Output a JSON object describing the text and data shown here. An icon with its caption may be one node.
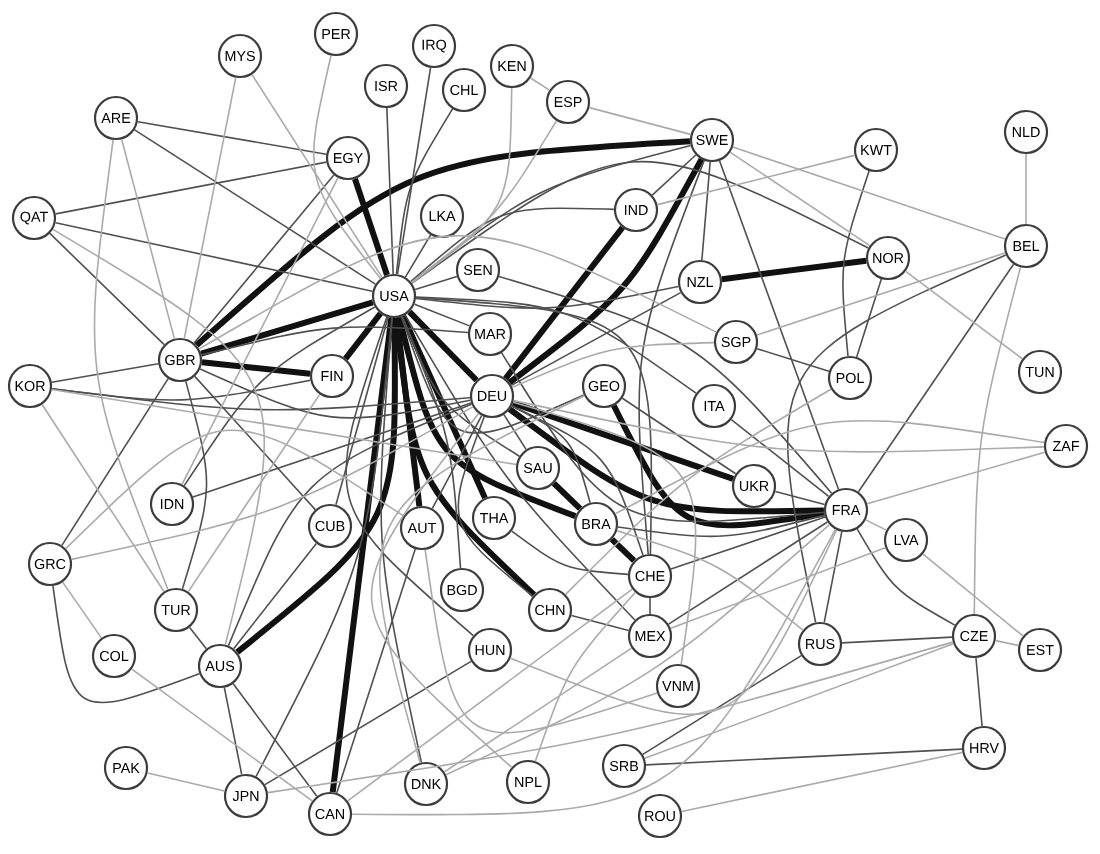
{
  "diagram": {
    "nodes": [
      {
        "text": [
          "PER"
        ]
      },
      {
        "text": [
          "IRQ"
        ]
      },
      {
        "text": [
          "MYS"
        ]
      },
      {
        "text": [
          "KEN"
        ]
      },
      {
        "text": [
          "ISR"
        ]
      },
      {
        "text": [
          "CHL"
        ]
      },
      {
        "text": [
          "ESP"
        ]
      },
      {
        "text": [
          "ARE"
        ]
      },
      {
        "text": [
          "NLD"
        ]
      },
      {
        "text": [
          "SWE"
        ]
      },
      {
        "text": [
          "KWT"
        ]
      },
      {
        "text": [
          "EGY"
        ]
      },
      {
        "text": [
          "IND"
        ]
      },
      {
        "text": [
          "LKA"
        ]
      },
      {
        "text": [
          "QAT"
        ]
      },
      {
        "text": [
          "BEL"
        ]
      },
      {
        "text": [
          "NOR"
        ]
      },
      {
        "text": [
          "SEN"
        ]
      },
      {
        "text": [
          "NZL"
        ]
      },
      {
        "text": [
          "USA"
        ]
      },
      {
        "text": [
          "MAR"
        ]
      },
      {
        "text": [
          "SGP"
        ]
      },
      {
        "text": [
          "GBR"
        ]
      },
      {
        "text": [
          "TUN"
        ]
      },
      {
        "text": [
          "FIN"
        ]
      },
      {
        "text": [
          "POL"
        ]
      },
      {
        "text": [
          "GEO"
        ]
      },
      {
        "text": [
          "KOR"
        ]
      },
      {
        "text": [
          "DEU"
        ]
      },
      {
        "text": [
          "ITA"
        ]
      },
      {
        "text": [
          "ZAF"
        ]
      },
      {
        "text": [
          "SAU"
        ]
      },
      {
        "text": [
          "UKR"
        ]
      },
      {
        "text": [
          "IDN"
        ]
      },
      {
        "text": [
          "FRA"
        ]
      },
      {
        "text": [
          "THA"
        ]
      },
      {
        "text": [
          "BRA"
        ]
      },
      {
        "text": [
          "CUB"
        ]
      },
      {
        "text": [
          "AUT"
        ]
      },
      {
        "text": [
          "LVA"
        ]
      },
      {
        "text": [
          "GRC"
        ]
      },
      {
        "text": [
          "CHE"
        ]
      },
      {
        "text": [
          "BGD"
        ]
      },
      {
        "text": [
          "CHN"
        ]
      },
      {
        "text": [
          "TUR"
        ]
      },
      {
        "text": [
          "MEX"
        ]
      },
      {
        "text": [
          "RUS"
        ]
      },
      {
        "text": [
          "CZE"
        ]
      },
      {
        "text": [
          "EST"
        ]
      },
      {
        "text": [
          "HUN"
        ]
      },
      {
        "text": [
          "COL"
        ]
      },
      {
        "text": [
          "AUS"
        ]
      },
      {
        "text": [
          "VNM"
        ]
      },
      {
        "text": [
          "SRB"
        ]
      },
      {
        "text": [
          "HRV"
        ]
      },
      {
        "text": [
          "PAK"
        ]
      },
      {
        "text": [
          "NPL"
        ]
      },
      {
        "text": [
          "DNK"
        ]
      },
      {
        "text": [
          "JPN"
        ]
      },
      {
        "text": [
          "CAN"
        ]
      },
      {
        "text": [
          "ROU"
        ]
      }
    ],
    "edges": [
      {
        "from": 19,
        "to": 22,
        "arrow": "none",
        "style": "thick"
      },
      {
        "from": 19,
        "to": 59,
        "arrow": "none",
        "style": "thick"
      },
      {
        "from": 19,
        "to": 28,
        "arrow": "none",
        "style": "thick"
      },
      {
        "from": 19,
        "to": 51,
        "arrow": "none",
        "style": "thick"
      },
      {
        "from": 19,
        "to": 24,
        "arrow": "none",
        "style": "thick"
      },
      {
        "from": 19,
        "to": 11,
        "arrow": "none",
        "style": "thick"
      },
      {
        "from": 19,
        "to": 38,
        "arrow": "none",
        "style": "thick"
      },
      {
        "from": 19,
        "to": 35,
        "arrow": "none",
        "style": "thick"
      },
      {
        "from": 19,
        "to": 36,
        "arrow": "none",
        "style": "thick"
      },
      {
        "from": 28,
        "to": 34,
        "arrow": "none",
        "style": "thick"
      },
      {
        "from": 9,
        "to": 22,
        "arrow": "none",
        "style": "thick"
      },
      {
        "from": 9,
        "to": 28,
        "arrow": "none",
        "style": "thick"
      },
      {
        "from": 18,
        "to": 16,
        "arrow": "none",
        "style": "thick"
      },
      {
        "from": 36,
        "to": 41,
        "arrow": "none",
        "style": "thick"
      },
      {
        "from": 31,
        "to": 36,
        "arrow": "none",
        "style": "thick"
      },
      {
        "from": 22,
        "to": 24,
        "arrow": "none",
        "style": "thick"
      },
      {
        "from": 28,
        "to": 32,
        "arrow": "none",
        "style": "thick"
      },
      {
        "from": 19,
        "to": 43,
        "arrow": "none",
        "style": "thick"
      },
      {
        "from": 26,
        "to": 34,
        "arrow": "none",
        "style": "thick"
      },
      {
        "from": 12,
        "to": 28,
        "arrow": "none",
        "style": "thick"
      },
      {
        "from": 1,
        "to": 19,
        "arrow": "none"
      },
      {
        "from": 4,
        "to": 19,
        "arrow": "none"
      },
      {
        "from": 5,
        "to": 19,
        "arrow": "none"
      },
      {
        "from": 14,
        "to": 19,
        "arrow": "none"
      },
      {
        "from": 7,
        "to": 11,
        "arrow": "none"
      },
      {
        "from": 7,
        "to": 19,
        "arrow": "none"
      },
      {
        "from": 14,
        "to": 11,
        "arrow": "none"
      },
      {
        "from": 14,
        "to": 22,
        "arrow": "none"
      },
      {
        "from": 11,
        "to": 22,
        "arrow": "none"
      },
      {
        "from": 27,
        "to": 22,
        "arrow": "none"
      },
      {
        "from": 27,
        "to": 28,
        "arrow": "none"
      },
      {
        "from": 27,
        "to": 24,
        "arrow": "none"
      },
      {
        "from": 22,
        "to": 28,
        "arrow": "none"
      },
      {
        "from": 22,
        "to": 20,
        "arrow": "none"
      },
      {
        "from": 19,
        "to": 17,
        "arrow": "none"
      },
      {
        "from": 19,
        "to": 13,
        "arrow": "none"
      },
      {
        "from": 19,
        "to": 20,
        "arrow": "none"
      },
      {
        "from": 19,
        "to": 26,
        "arrow": "none"
      },
      {
        "from": 19,
        "to": 29,
        "arrow": "none"
      },
      {
        "from": 19,
        "to": 16,
        "arrow": "none"
      },
      {
        "from": 19,
        "to": 18,
        "arrow": "none"
      },
      {
        "from": 19,
        "to": 9,
        "arrow": "none"
      },
      {
        "from": 19,
        "to": 31,
        "arrow": "none"
      },
      {
        "from": 19,
        "to": 37,
        "arrow": "none"
      },
      {
        "from": 19,
        "to": 49,
        "arrow": "none"
      },
      {
        "from": 19,
        "to": 57,
        "arrow": "none"
      },
      {
        "from": 19,
        "to": 41,
        "arrow": "none"
      },
      {
        "from": 19,
        "to": 45,
        "arrow": "none"
      },
      {
        "from": 9,
        "to": 12,
        "arrow": "none"
      },
      {
        "from": 9,
        "to": 18,
        "arrow": "none"
      },
      {
        "from": 9,
        "to": 41,
        "arrow": "none"
      },
      {
        "from": 9,
        "to": 34,
        "arrow": "none"
      },
      {
        "from": 12,
        "to": 19,
        "arrow": "none"
      },
      {
        "from": 18,
        "to": 28,
        "arrow": "none"
      },
      {
        "from": 20,
        "to": 34,
        "arrow": "none"
      },
      {
        "from": 28,
        "to": 36,
        "arrow": "none"
      },
      {
        "from": 28,
        "to": 41,
        "arrow": "none"
      },
      {
        "from": 28,
        "to": 43,
        "arrow": "none"
      },
      {
        "from": 28,
        "to": 31,
        "arrow": "none"
      },
      {
        "from": 16,
        "to": 25,
        "arrow": "none"
      },
      {
        "from": 10,
        "to": 25,
        "arrow": "none"
      },
      {
        "from": 15,
        "to": 34,
        "arrow": "none"
      },
      {
        "from": 15,
        "to": 46,
        "arrow": "none"
      },
      {
        "from": 21,
        "to": 25,
        "arrow": "none"
      },
      {
        "from": 34,
        "to": 32,
        "arrow": "none"
      },
      {
        "from": 34,
        "to": 47,
        "arrow": "none"
      },
      {
        "from": 34,
        "to": 46,
        "arrow": "none"
      },
      {
        "from": 34,
        "to": 41,
        "arrow": "none"
      },
      {
        "from": 34,
        "to": 45,
        "arrow": "none"
      },
      {
        "from": 47,
        "to": 54,
        "arrow": "none"
      },
      {
        "from": 47,
        "to": 46,
        "arrow": "none"
      },
      {
        "from": 53,
        "to": 54,
        "arrow": "none"
      },
      {
        "from": 53,
        "to": 46,
        "arrow": "none"
      },
      {
        "from": 51,
        "to": 58,
        "arrow": "none"
      },
      {
        "from": 51,
        "to": 44,
        "arrow": "none"
      },
      {
        "from": 51,
        "to": 37,
        "arrow": "none"
      },
      {
        "from": 51,
        "to": 28,
        "arrow": "none"
      },
      {
        "from": 40,
        "to": 22,
        "arrow": "none"
      },
      {
        "from": 40,
        "to": 51,
        "arrow": "none"
      },
      {
        "from": 44,
        "to": 22,
        "arrow": "none"
      },
      {
        "from": 33,
        "to": 19,
        "arrow": "none"
      },
      {
        "from": 33,
        "to": 28,
        "arrow": "none"
      },
      {
        "from": 58,
        "to": 19,
        "arrow": "none"
      },
      {
        "from": 58,
        "to": 49,
        "arrow": "none"
      },
      {
        "from": 59,
        "to": 38,
        "arrow": "none"
      },
      {
        "from": 59,
        "to": 51,
        "arrow": "none"
      },
      {
        "from": 37,
        "to": 22,
        "arrow": "none"
      },
      {
        "from": 42,
        "to": 19,
        "arrow": "none"
      },
      {
        "from": 43,
        "to": 45,
        "arrow": "none"
      },
      {
        "from": 45,
        "to": 41,
        "arrow": "none"
      },
      {
        "from": 36,
        "to": 34,
        "arrow": "none"
      },
      {
        "from": 26,
        "to": 32,
        "arrow": "none"
      },
      {
        "from": 29,
        "to": 34,
        "arrow": "none"
      },
      {
        "from": 17,
        "to": 34,
        "arrow": "none"
      },
      {
        "from": 38,
        "to": 28,
        "arrow": "none"
      },
      {
        "from": 35,
        "to": 41,
        "arrow": "none"
      },
      {
        "from": 2,
        "to": 22,
        "arrow": "none",
        "color": "#aaaaaa"
      },
      {
        "from": 2,
        "to": 19,
        "arrow": "none",
        "color": "#aaaaaa"
      },
      {
        "from": 0,
        "to": 19,
        "arrow": "none",
        "color": "#aaaaaa"
      },
      {
        "from": 3,
        "to": 6,
        "arrow": "none",
        "color": "#aaaaaa"
      },
      {
        "from": 3,
        "to": 19,
        "arrow": "none",
        "color": "#aaaaaa"
      },
      {
        "from": 6,
        "to": 9,
        "arrow": "none",
        "color": "#aaaaaa"
      },
      {
        "from": 6,
        "to": 19,
        "arrow": "none",
        "color": "#aaaaaa"
      },
      {
        "from": 8,
        "to": 15,
        "arrow": "none",
        "color": "#aaaaaa"
      },
      {
        "from": 10,
        "to": 12,
        "arrow": "none",
        "color": "#aaaaaa"
      },
      {
        "from": 15,
        "to": 9,
        "arrow": "none",
        "color": "#aaaaaa"
      },
      {
        "from": 15,
        "to": 21,
        "arrow": "none",
        "color": "#aaaaaa"
      },
      {
        "from": 15,
        "to": 47,
        "arrow": "none",
        "color": "#aaaaaa"
      },
      {
        "from": 16,
        "to": 23,
        "arrow": "none",
        "color": "#aaaaaa"
      },
      {
        "from": 16,
        "to": 9,
        "arrow": "none",
        "color": "#aaaaaa"
      },
      {
        "from": 30,
        "to": 34,
        "arrow": "none",
        "color": "#aaaaaa"
      },
      {
        "from": 30,
        "to": 28,
        "arrow": "none",
        "color": "#aaaaaa"
      },
      {
        "from": 30,
        "to": 36,
        "arrow": "none",
        "color": "#aaaaaa"
      },
      {
        "from": 39,
        "to": 48,
        "arrow": "none",
        "color": "#aaaaaa"
      },
      {
        "from": 39,
        "to": 34,
        "arrow": "none",
        "color": "#aaaaaa"
      },
      {
        "from": 39,
        "to": 45,
        "arrow": "none",
        "color": "#aaaaaa"
      },
      {
        "from": 47,
        "to": 48,
        "arrow": "none",
        "color": "#aaaaaa"
      },
      {
        "from": 60,
        "to": 54,
        "arrow": "none",
        "color": "#aaaaaa"
      },
      {
        "from": 53,
        "to": 47,
        "arrow": "none",
        "color": "#aaaaaa"
      },
      {
        "from": 55,
        "to": 58,
        "arrow": "none",
        "color": "#aaaaaa"
      },
      {
        "from": 50,
        "to": 40,
        "arrow": "none",
        "color": "#aaaaaa"
      },
      {
        "from": 50,
        "to": 59,
        "arrow": "none",
        "color": "#aaaaaa"
      },
      {
        "from": 52,
        "to": 28,
        "arrow": "none",
        "color": "#aaaaaa"
      },
      {
        "from": 52,
        "to": 38,
        "arrow": "none",
        "color": "#aaaaaa"
      },
      {
        "from": 56,
        "to": 28,
        "arrow": "none",
        "color": "#aaaaaa"
      },
      {
        "from": 56,
        "to": 41,
        "arrow": "none",
        "color": "#aaaaaa"
      },
      {
        "from": 57,
        "to": 34,
        "arrow": "none",
        "color": "#aaaaaa"
      },
      {
        "from": 57,
        "to": 26,
        "arrow": "none",
        "color": "#aaaaaa"
      },
      {
        "from": 58,
        "to": 47,
        "arrow": "none",
        "color": "#aaaaaa"
      },
      {
        "from": 59,
        "to": 34,
        "arrow": "none",
        "color": "#aaaaaa"
      },
      {
        "from": 59,
        "to": 41,
        "arrow": "none",
        "color": "#aaaaaa"
      },
      {
        "from": 40,
        "to": 28,
        "arrow": "none",
        "color": "#aaaaaa"
      },
      {
        "from": 40,
        "to": 38,
        "arrow": "none",
        "color": "#aaaaaa"
      },
      {
        "from": 27,
        "to": 31,
        "arrow": "none",
        "color": "#aaaaaa"
      },
      {
        "from": 27,
        "to": 44,
        "arrow": "none",
        "color": "#aaaaaa"
      },
      {
        "from": 7,
        "to": 22,
        "arrow": "none",
        "color": "#aaaaaa"
      },
      {
        "from": 7,
        "to": 44,
        "arrow": "none",
        "color": "#aaaaaa"
      },
      {
        "from": 14,
        "to": 51,
        "arrow": "none",
        "color": "#aaaaaa"
      },
      {
        "from": 11,
        "to": 33,
        "arrow": "none",
        "color": "#aaaaaa"
      },
      {
        "from": 44,
        "to": 24,
        "arrow": "none",
        "color": "#aaaaaa"
      },
      {
        "from": 21,
        "to": 28,
        "arrow": "none",
        "color": "#aaaaaa"
      },
      {
        "from": 21,
        "to": 22,
        "arrow": "none",
        "color": "#aaaaaa"
      },
      {
        "from": 25,
        "to": 43,
        "arrow": "none",
        "color": "#aaaaaa"
      },
      {
        "from": 46,
        "to": 36,
        "arrow": "none",
        "color": "#aaaaaa"
      },
      {
        "from": 57,
        "to": 45,
        "arrow": "none",
        "color": "#aaaaaa"
      },
      {
        "from": 49,
        "to": 34,
        "arrow": "none",
        "color": "#aaaaaa"
      }
    ]
  }
}
